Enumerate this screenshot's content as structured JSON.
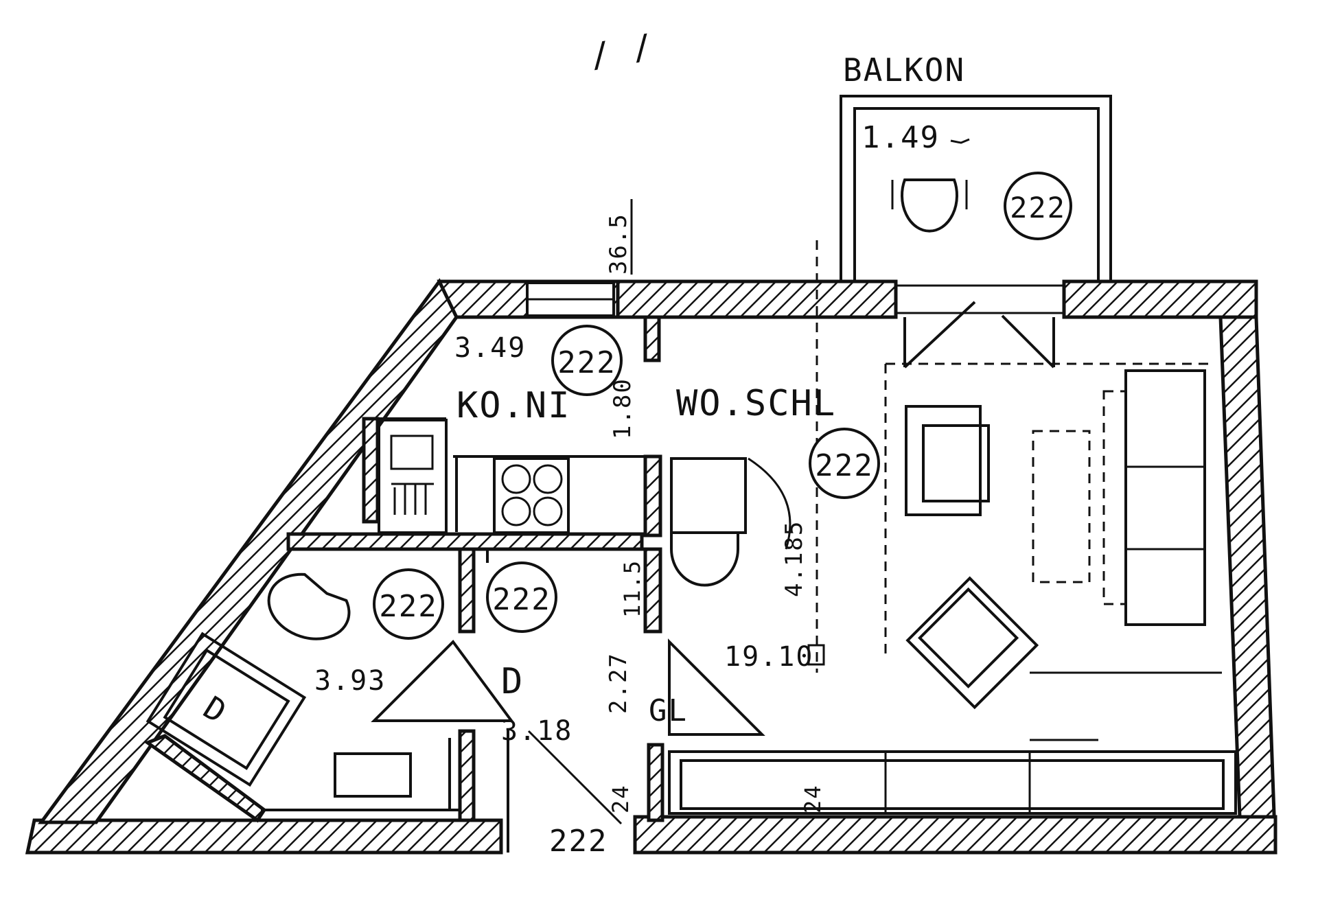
{
  "labels": {
    "balkon": "BALKON",
    "balkon_area": "1.49",
    "kueche": "KO.NI",
    "kueche_area": "3.49",
    "wohnen": "WO.SCHL",
    "wohnen_area": "19.10",
    "bad_area": "3.93",
    "diele": "D",
    "diele_area": "3.18",
    "gl": "GL"
  },
  "room_code": "222",
  "dimensions": {
    "wall_top": "36.5",
    "kitchen_depth": "1.80",
    "living_depth": "4.185",
    "partition": "11.5",
    "hall_width": "2.27",
    "wall_a": "24",
    "wall_b": "24",
    "entry": "222"
  },
  "scribble": "/ /"
}
